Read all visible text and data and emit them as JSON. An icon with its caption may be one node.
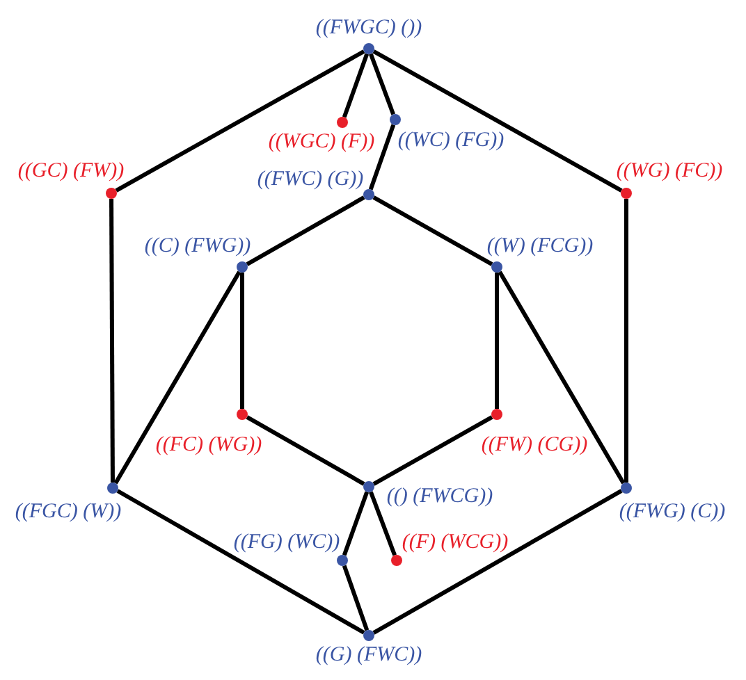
{
  "diagram": {
    "nodes": [
      {
        "text": [],
        "shape": "circle",
        "beside": [
          "((FWGC) ())"
        ]
      },
      {
        "text": [],
        "shape": "circle",
        "beside": [
          "((WGC) (F))"
        ]
      },
      {
        "text": [],
        "shape": "circle",
        "beside": [
          "((WC) (FG))"
        ]
      },
      {
        "text": [],
        "shape": "circle",
        "beside": [
          "((GC) (FW))"
        ]
      },
      {
        "text": [],
        "shape": "circle",
        "beside": [
          "((FWC) (G))"
        ]
      },
      {
        "text": [],
        "shape": "circle",
        "beside": [
          "((WG) (FC))"
        ]
      },
      {
        "text": [],
        "shape": "circle",
        "beside": [
          "((C) (FWG))"
        ]
      },
      {
        "text": [],
        "shape": "circle",
        "beside": [
          "((W) (FCG))"
        ]
      },
      {
        "text": [],
        "shape": "circle",
        "beside": [
          "((FC) (WG))"
        ]
      },
      {
        "text": [],
        "shape": "circle",
        "beside": [
          "((FW) (CG))"
        ]
      },
      {
        "text": [],
        "shape": "circle",
        "beside": [
          "((FGC) (W))"
        ]
      },
      {
        "text": [],
        "shape": "circle",
        "beside": [
          "(() (FWCG))"
        ]
      },
      {
        "text": [],
        "shape": "circle",
        "beside": [
          "((FWG) (C))"
        ]
      },
      {
        "text": [],
        "shape": "circle",
        "beside": [
          "((FG) (WC))"
        ]
      },
      {
        "text": [],
        "shape": "circle",
        "beside": [
          "((F) (WCG))"
        ]
      },
      {
        "text": [],
        "shape": "circle",
        "beside": [
          "((G) (FWC))"
        ]
      }
    ],
    "edges": [
      {
        "from": 0,
        "to": 3,
        "arrow": "none"
      },
      {
        "from": 0,
        "to": 5,
        "arrow": "none"
      },
      {
        "from": 0,
        "to": 1,
        "arrow": "none"
      },
      {
        "from": 0,
        "to": 2,
        "arrow": "none"
      },
      {
        "from": 2,
        "to": 4,
        "arrow": "none"
      },
      {
        "from": 4,
        "to": 6,
        "arrow": "none"
      },
      {
        "from": 4,
        "to": 7,
        "arrow": "none"
      },
      {
        "from": 6,
        "to": 8,
        "arrow": "none"
      },
      {
        "from": 7,
        "to": 9,
        "arrow": "none"
      },
      {
        "from": 8,
        "to": 11,
        "arrow": "none"
      },
      {
        "from": 9,
        "to": 11,
        "arrow": "none"
      },
      {
        "from": 6,
        "to": 10,
        "arrow": "none"
      },
      {
        "from": 7,
        "to": 12,
        "arrow": "none"
      },
      {
        "from": 3,
        "to": 10,
        "arrow": "none"
      },
      {
        "from": 5,
        "to": 12,
        "arrow": "none"
      },
      {
        "from": 10,
        "to": 15,
        "arrow": "none"
      },
      {
        "from": 12,
        "to": 15,
        "arrow": "none"
      },
      {
        "from": 11,
        "to": 13,
        "arrow": "none"
      },
      {
        "from": 11,
        "to": 14,
        "arrow": "none"
      },
      {
        "from": 13,
        "to": 15,
        "arrow": "none"
      }
    ]
  }
}
